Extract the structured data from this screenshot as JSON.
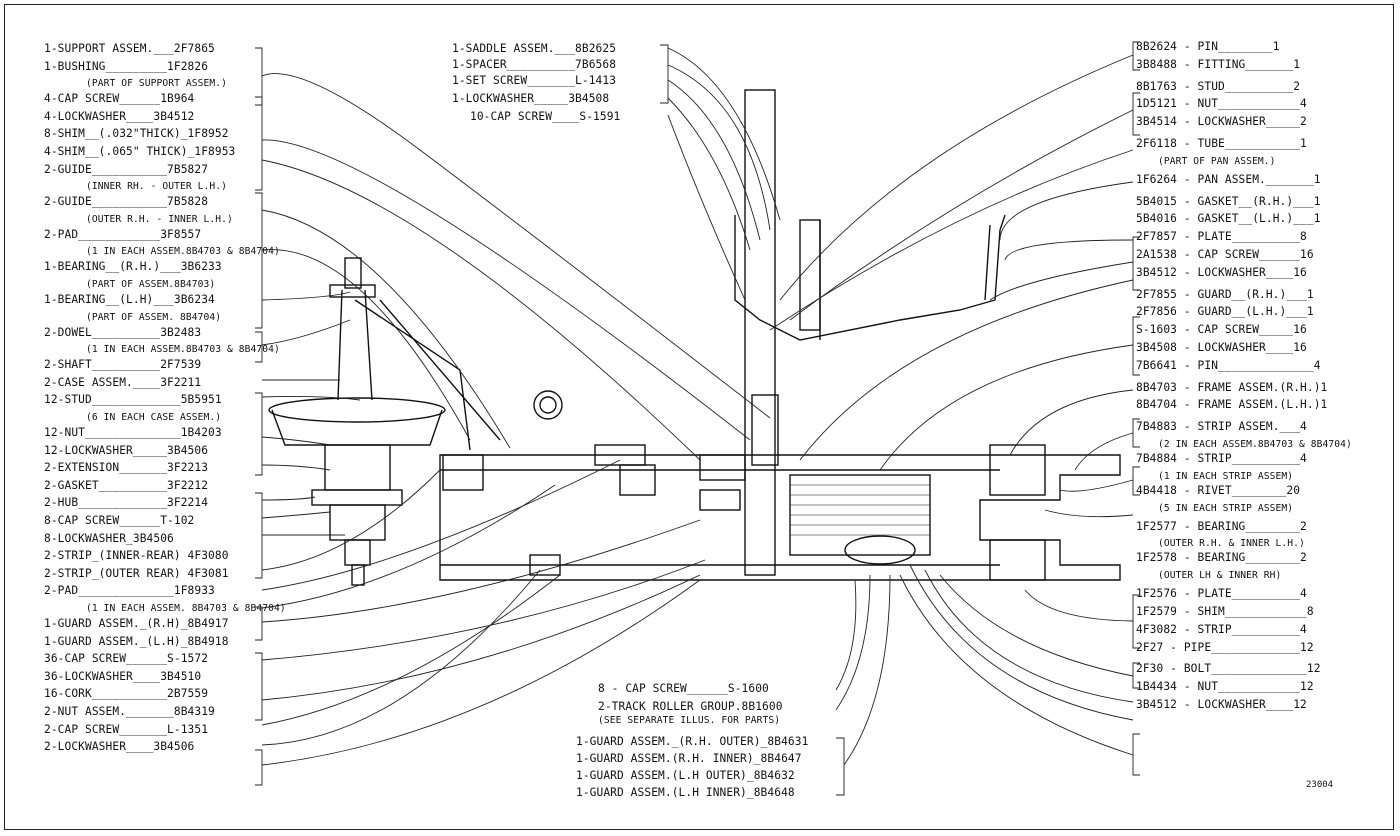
{
  "left_labels": [
    {
      "id": "l1",
      "text": "1-SUPPORT ASSEM.___2F7865"
    },
    {
      "id": "l2",
      "text": "1-BUSHING_________1F2826"
    },
    {
      "id": "l2s",
      "text": "(PART OF SUPPORT ASSEM.)",
      "sub": true
    },
    {
      "id": "l3",
      "text": "4-CAP SCREW______1B964"
    },
    {
      "id": "l4",
      "text": "4-LOCKWASHER____3B4512"
    },
    {
      "id": "l5",
      "text": "8-SHIM__(.032\"THICK)_1F8952"
    },
    {
      "id": "l6",
      "text": "4-SHIM__(.065\" THICK)_1F8953"
    },
    {
      "id": "l7",
      "text": "2-GUIDE___________7B5827"
    },
    {
      "id": "l7s",
      "text": "(INNER RH. - OUTER L.H.)",
      "sub": true
    },
    {
      "id": "l8",
      "text": "2-GUIDE___________7B5828"
    },
    {
      "id": "l8s",
      "text": "(OUTER R.H. - INNER L.H.)",
      "sub": true
    },
    {
      "id": "l9",
      "text": "2-PAD____________3F8557"
    },
    {
      "id": "l9s",
      "text": "(1 IN EACH ASSEM.8B4703 & 8B4704)",
      "sub": true
    },
    {
      "id": "l10",
      "text": "1-BEARING__(R.H.)___3B6233"
    },
    {
      "id": "l10s",
      "text": "(PART OF ASSEM.8B4703)",
      "sub": true
    },
    {
      "id": "l11",
      "text": "1-BEARING__(L.H)___3B6234"
    },
    {
      "id": "l11s",
      "text": "(PART OF ASSEM. 8B4704)",
      "sub": true
    },
    {
      "id": "l12",
      "text": "2-DOWEL__________3B2483"
    },
    {
      "id": "l12s",
      "text": "(1 IN EACH ASSEM.8B4703 & 8B4704)",
      "sub": true
    },
    {
      "id": "l13",
      "text": "2-SHAFT__________2F7539"
    },
    {
      "id": "l14",
      "text": "2-CASE ASSEM.____3F2211"
    },
    {
      "id": "l15",
      "text": "12-STUD_____________5B5951"
    },
    {
      "id": "l15s",
      "text": "(6 IN EACH CASE ASSEM.)",
      "sub": true
    },
    {
      "id": "l16",
      "text": "12-NUT______________1B4203"
    },
    {
      "id": "l17",
      "text": "12-LOCKWASHER_____3B4506"
    },
    {
      "id": "l18",
      "text": "2-EXTENSION_______3F2213"
    },
    {
      "id": "l19",
      "text": "2-GASKET__________3F2212"
    },
    {
      "id": "l20",
      "text": "2-HUB_____________3F2214"
    },
    {
      "id": "l21",
      "text": "8-CAP SCREW______T-102"
    },
    {
      "id": "l22",
      "text": "8-LOCKWASHER_3B4506"
    },
    {
      "id": "l23",
      "text": "2-STRIP_(INNER-REAR) 4F3080"
    },
    {
      "id": "l24",
      "text": "2-STRIP_(OUTER REAR) 4F3081"
    },
    {
      "id": "l25",
      "text": "2-PAD______________1F8933"
    },
    {
      "id": "l25s",
      "text": "(1 IN EACH ASSEM. 8B4703 & 8B4704)",
      "sub": true
    },
    {
      "id": "l26",
      "text": "1-GUARD ASSEM._(R.H)_8B4917"
    },
    {
      "id": "l27",
      "text": "1-GUARD ASSEM._(L.H)_8B4918"
    },
    {
      "id": "l28",
      "text": "36-CAP SCREW______S-1572"
    },
    {
      "id": "l29",
      "text": "36-LOCKWASHER____3B4510"
    },
    {
      "id": "l30",
      "text": "16-CORK___________2B7559"
    },
    {
      "id": "l31",
      "text": "2-NUT ASSEM._______8B4319"
    },
    {
      "id": "l32",
      "text": "2-CAP SCREW_______L-1351"
    },
    {
      "id": "l33",
      "text": "2-LOCKWASHER____3B4506"
    }
  ],
  "center_top_labels": [
    {
      "id": "c1",
      "text": "1-SADDLE ASSEM.___8B2625"
    },
    {
      "id": "c2",
      "text": "1-SPACER__________7B6568"
    },
    {
      "id": "c3",
      "text": "1-SET SCREW_______L-1413"
    },
    {
      "id": "c4",
      "text": "1-LOCKWASHER_____3B4508"
    },
    {
      "id": "c5",
      "text": "10-CAP SCREW____S-1591"
    }
  ],
  "center_bottom_labels": [
    {
      "id": "b1",
      "text": "8 - CAP SCREW______S-1600"
    },
    {
      "id": "b2",
      "text": "2-TRACK ROLLER GROUP.8B1600"
    },
    {
      "id": "b2s",
      "text": "(SEE SEPARATE ILLUS. FOR PARTS)",
      "sub": true
    },
    {
      "id": "b3",
      "text": "1-GUARD ASSEM._(R.H. OUTER)_8B4631"
    },
    {
      "id": "b4",
      "text": "1-GUARD ASSEM.(R.H. INNER)_8B4647"
    },
    {
      "id": "b5",
      "text": "1-GUARD ASSEM.(L.H OUTER)_8B4632"
    },
    {
      "id": "b6",
      "text": "1-GUARD ASSEM.(L.H INNER)_8B4648"
    }
  ],
  "right_labels": [
    {
      "id": "r1",
      "text": "8B2624 - PIN________1"
    },
    {
      "id": "r2",
      "text": "3B8488 - FITTING_______1"
    },
    {
      "id": "r3",
      "text": "8B1763 - STUD__________2"
    },
    {
      "id": "r4",
      "text": "1D5121 - NUT____________4"
    },
    {
      "id": "r5",
      "text": "3B4514 - LOCKWASHER_____2"
    },
    {
      "id": "r6",
      "text": "2F6118 - TUBE___________1"
    },
    {
      "id": "r6s",
      "text": "(PART OF PAN ASSEM.)",
      "sub": true
    },
    {
      "id": "r7",
      "text": "1F6264 - PAN ASSEM._______1"
    },
    {
      "id": "r8",
      "text": "5B4015 - GASKET__(R.H.)___1"
    },
    {
      "id": "r9",
      "text": "5B4016 - GASKET__(L.H.)___1"
    },
    {
      "id": "r10",
      "text": "2F7857 - PLATE__________8"
    },
    {
      "id": "r11",
      "text": "2A1538 - CAP SCREW______16"
    },
    {
      "id": "r12",
      "text": "3B4512 - LOCKWASHER____16"
    },
    {
      "id": "r13",
      "text": "2F7855 - GUARD__(R.H.)___1"
    },
    {
      "id": "r14",
      "text": "2F7856 - GUARD__(L.H.)___1"
    },
    {
      "id": "r15",
      "text": "S-1603 - CAP SCREW_____16"
    },
    {
      "id": "r16",
      "text": "3B4508 - LOCKWASHER____16"
    },
    {
      "id": "r17",
      "text": "7B6641 - PIN______________4"
    },
    {
      "id": "r18",
      "text": "8B4703 - FRAME ASSEM.(R.H.)1"
    },
    {
      "id": "r19",
      "text": "8B4704 - FRAME ASSEM.(L.H.)1"
    },
    {
      "id": "r20",
      "text": "7B4883 - STRIP ASSEM.___4"
    },
    {
      "id": "r20s",
      "text": "(2 IN EACH ASSEM.8B4703 & 8B4704)",
      "sub": true
    },
    {
      "id": "r21",
      "text": "7B4884 - STRIP__________4"
    },
    {
      "id": "r21s",
      "text": "(1 IN EACH STRIP ASSEM)",
      "sub": true
    },
    {
      "id": "r22",
      "text": "4B4418 - RIVET________20"
    },
    {
      "id": "r22s",
      "text": "(5 IN EACH STRIP ASSEM)",
      "sub": true
    },
    {
      "id": "r23",
      "text": "1F2577 - BEARING________2"
    },
    {
      "id": "r23s",
      "text": "(OUTER R.H. & INNER L.H.)",
      "sub": true
    },
    {
      "id": "r24",
      "text": "1F2578 - BEARING________2"
    },
    {
      "id": "r24s",
      "text": "(OUTER LH & INNER RH)",
      "sub": true
    },
    {
      "id": "r25",
      "text": "1F2576 - PLATE__________4"
    },
    {
      "id": "r26",
      "text": "1F2579 - SHIM____________8"
    },
    {
      "id": "r27",
      "text": "4F3082 - STRIP__________4"
    },
    {
      "id": "r28",
      "text": "2F27 - PIPE_____________12"
    },
    {
      "id": "r29",
      "text": "2F30 - BOLT______________12"
    },
    {
      "id": "r30",
      "text": "1B4434 - NUT____________12"
    },
    {
      "id": "r31",
      "text": "3B4512 - LOCKWASHER____12"
    }
  ],
  "figure_number": "23004"
}
